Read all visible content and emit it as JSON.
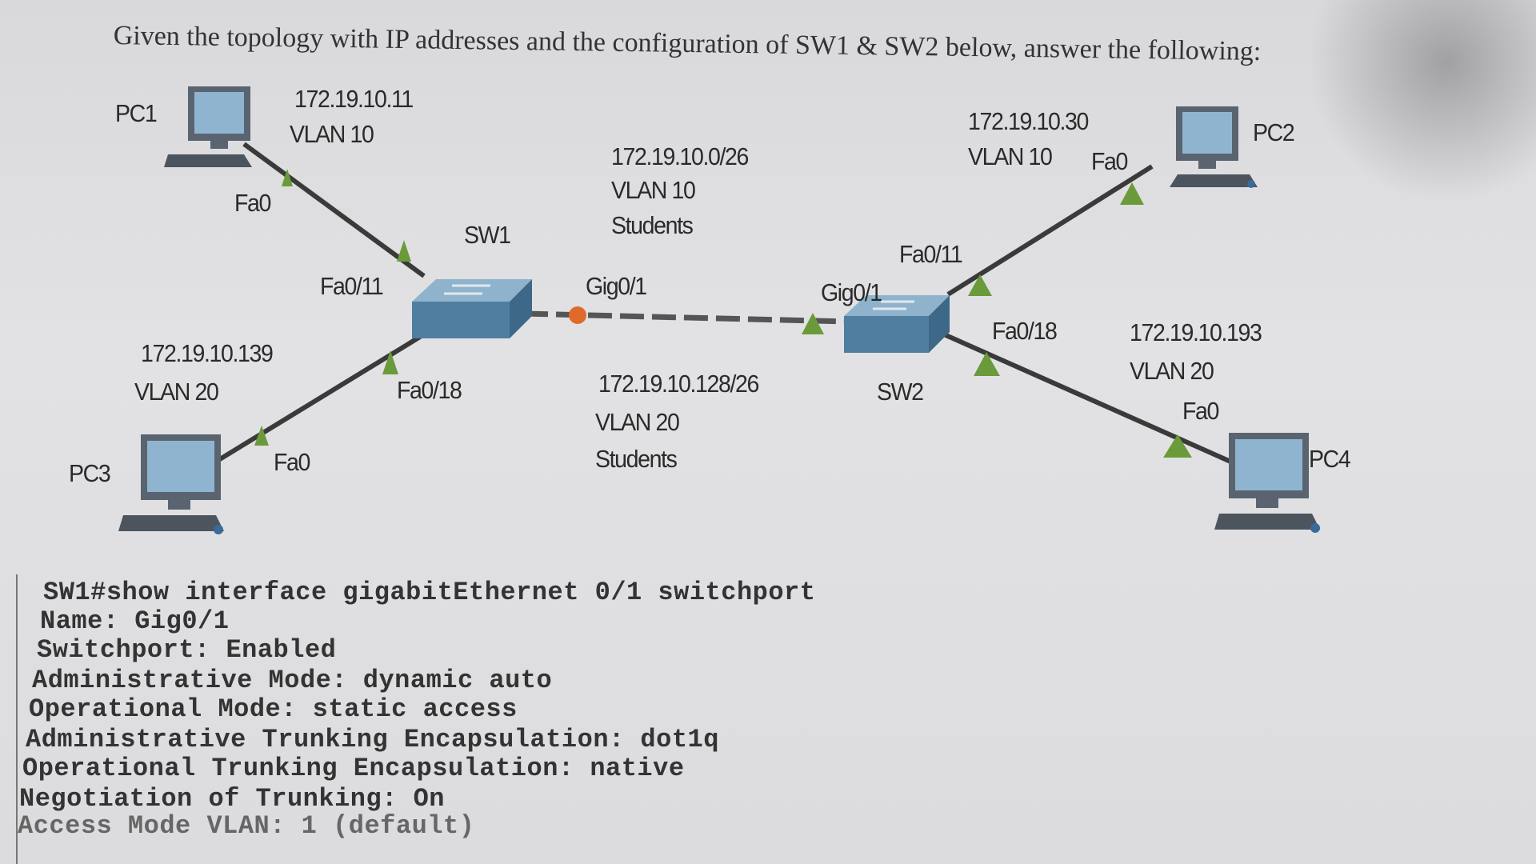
{
  "heading": "Given the topology with IP addresses and the configuration of SW1 & SW2 below, answer the following:",
  "devices": {
    "pc1": {
      "name": "PC1",
      "ip": "172.19.10.11",
      "vlan": "VLAN 10",
      "port": "Fa0"
    },
    "pc2": {
      "name": "PC2",
      "ip": "172.19.10.30",
      "vlan": "VLAN 10",
      "port": "Fa0"
    },
    "pc3": {
      "name": "PC3",
      "ip": "172.19.10.139",
      "vlan": "VLAN 20",
      "port": "Fa0"
    },
    "pc4": {
      "name": "PC4",
      "ip": "172.19.10.193",
      "vlan": "VLAN 20",
      "port": "Fa0"
    },
    "sw1": {
      "name": "SW1",
      "port_pc1": "Fa0/11",
      "port_pc3": "Fa0/18",
      "uplink": "Gig0/1"
    },
    "sw2": {
      "name": "SW2",
      "port_pc2": "Fa0/11",
      "port_pc4": "Fa0/18",
      "uplink": "Gig0/1"
    }
  },
  "subnets": {
    "vlan10": {
      "network": "172.19.10.0/26",
      "vlan": "VLAN 10",
      "name": "Students"
    },
    "vlan20": {
      "network": "172.19.10.128/26",
      "vlan": "VLAN 20",
      "name": "Students"
    }
  },
  "cli": {
    "lines": [
      "SW1#show interface gigabitEthernet 0/1 switchport",
      "Name: Gig0/1",
      "Switchport: Enabled",
      "Administrative Mode: dynamic auto",
      "Operational Mode: static access",
      "Administrative Trunking Encapsulation: dot1q",
      "Operational Trunking Encapsulation: native",
      "Negotiation of Trunking: On",
      "Access Mode VLAN: 1 (default)"
    ]
  },
  "colors": {
    "link": "#3a3a3a",
    "link_up_marker": "#6a9a3a",
    "link_down_marker": "#e06a2a",
    "switch_body": "#4f7ea0",
    "pc_screen": "#8fb4d0"
  }
}
